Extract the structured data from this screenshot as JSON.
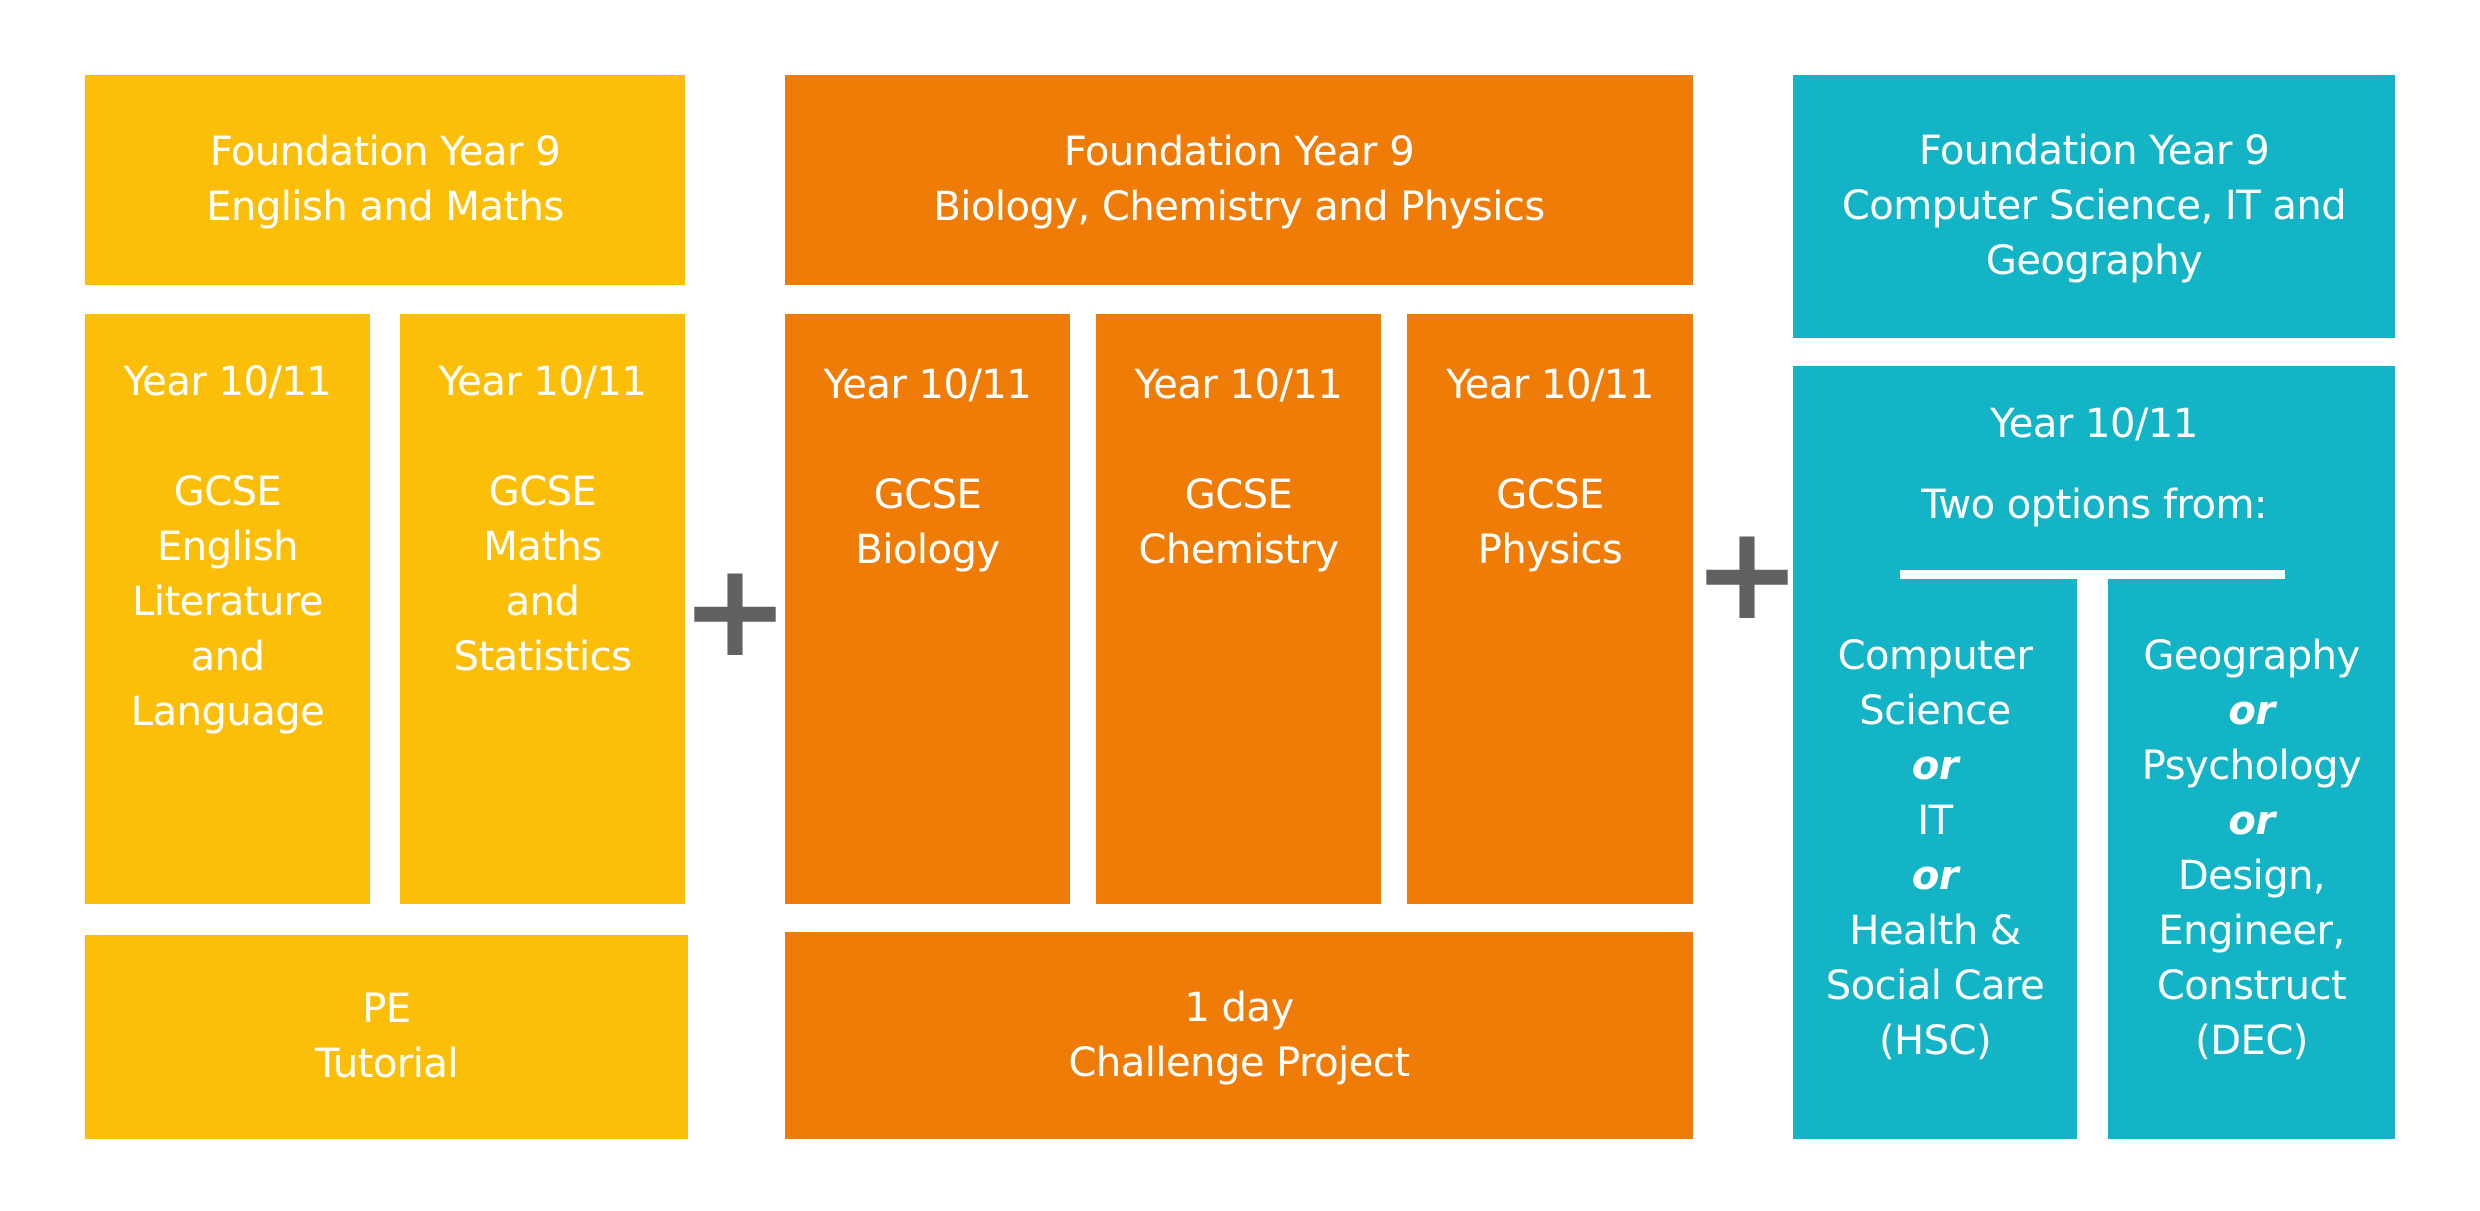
{
  "colors": {
    "yellow": "#FBBF09",
    "orange": "#EE7C06",
    "teal": "#13B4C6",
    "plus": "#616161"
  },
  "english_maths": {
    "header": [
      "Foundation Year 9",
      "English and Maths"
    ],
    "english": {
      "year": "Year 10/11",
      "lines": [
        "GCSE",
        "English",
        "Literature",
        "and",
        "Language"
      ]
    },
    "maths": {
      "year": "Year 10/11",
      "lines": [
        "GCSE",
        "Maths",
        "and",
        "Statistics"
      ]
    },
    "footer": [
      "PE",
      "Tutorial"
    ]
  },
  "plus_symbol": "+",
  "sciences": {
    "header": [
      "Foundation Year 9",
      "Biology, Chemistry and Physics"
    ],
    "biology": {
      "year": "Year 10/11",
      "lines": [
        "GCSE",
        "Biology"
      ]
    },
    "chemistry": {
      "year": "Year 10/11",
      "lines": [
        "GCSE",
        "Chemistry"
      ]
    },
    "physics": {
      "year": "Year 10/11",
      "lines": [
        "GCSE",
        "Physics"
      ]
    },
    "footer": [
      "1 day",
      "Challenge Project"
    ]
  },
  "options": {
    "header": [
      "Foundation Year 9",
      "Computer Science, IT and",
      "Geography"
    ],
    "year": "Year 10/11",
    "subtitle": "Two options from:",
    "or_word": "or",
    "left": {
      "a": [
        "Computer",
        "Science"
      ],
      "b": "IT",
      "c": [
        "Health &",
        "Social Care",
        "(HSC)"
      ]
    },
    "right": {
      "a": "Geography",
      "b": "Psychology",
      "c": [
        "Design,",
        "Engineer,",
        "Construct",
        "(DEC)"
      ]
    }
  }
}
